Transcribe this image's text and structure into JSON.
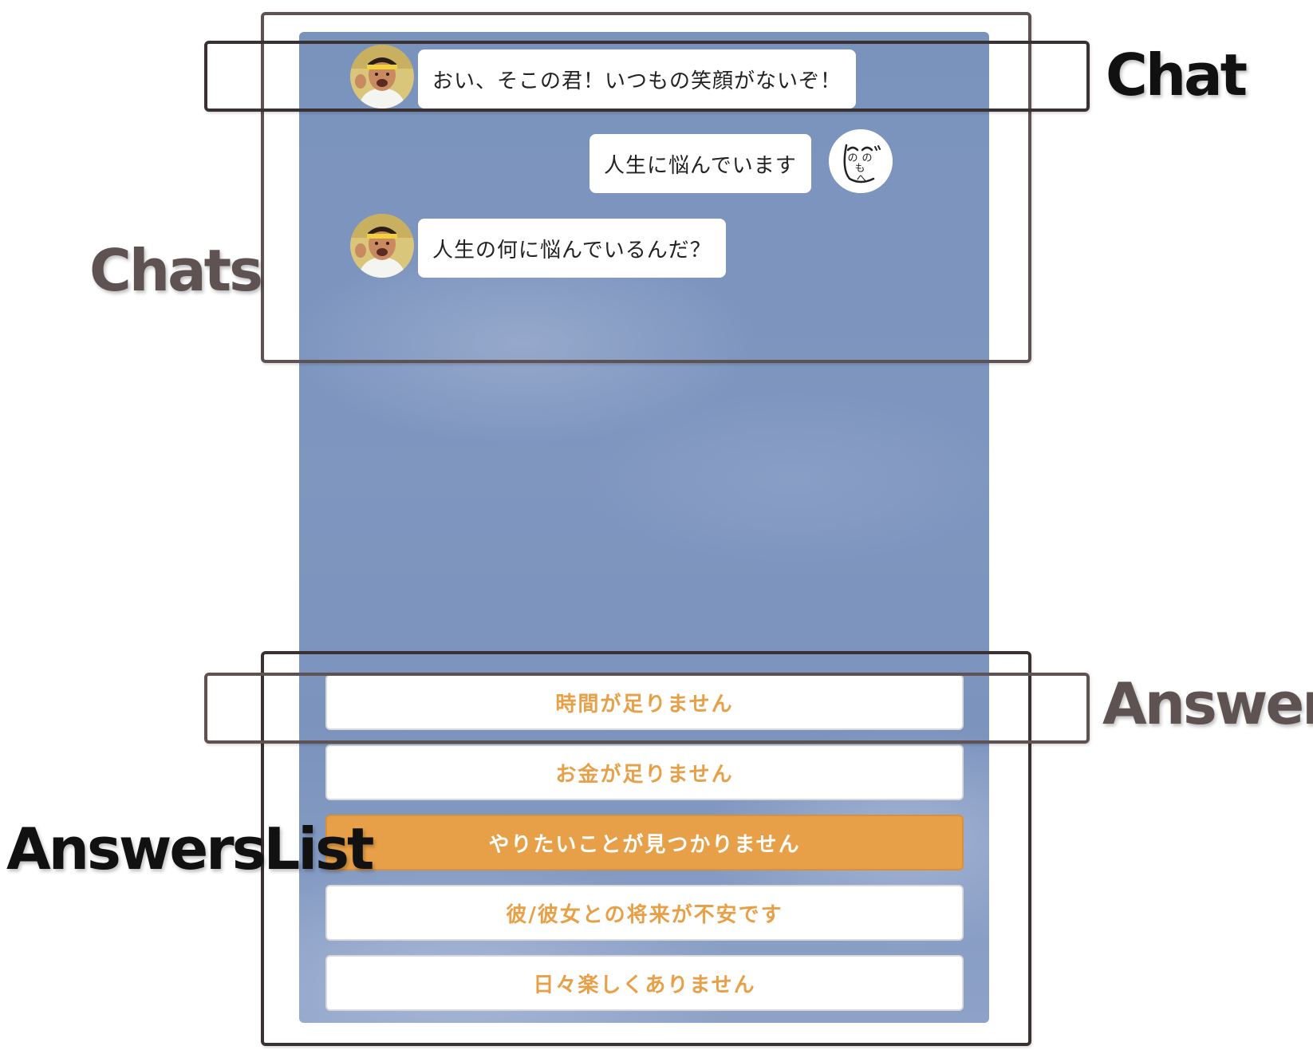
{
  "chats": [
    {
      "speaker": "bot",
      "text": "おい、そこの君！いつもの笑顔がないぞ！"
    },
    {
      "speaker": "user",
      "text": "人生に悩んでいます"
    },
    {
      "speaker": "bot",
      "text": "人生の何に悩んでいるんだ？"
    }
  ],
  "answers": [
    {
      "label": "時間が足りません",
      "selected": false
    },
    {
      "label": "お金が足りません",
      "selected": false
    },
    {
      "label": "やりたいことが見つかりません",
      "selected": true
    },
    {
      "label": "彼/彼女との将来が不安です",
      "selected": false
    },
    {
      "label": "日々楽しくありません",
      "selected": false
    }
  ],
  "annotations": {
    "chat": "Chat",
    "chats": "Chats",
    "answer": "Answer",
    "answers_list": "AnswersList"
  },
  "user_avatar_text": {
    "eye_left": "の",
    "eye_right": "の",
    "nose": "も",
    "mouth": "へ"
  },
  "colors": {
    "accent": "#e8a048",
    "annotation_dark": "#111111",
    "annotation_muted": "#5e5252",
    "screen_background": "#7b93bd"
  },
  "icons": {
    "bot_avatar": "coach-photo-avatar",
    "user_avatar": "henohenomoheji-face-icon"
  }
}
